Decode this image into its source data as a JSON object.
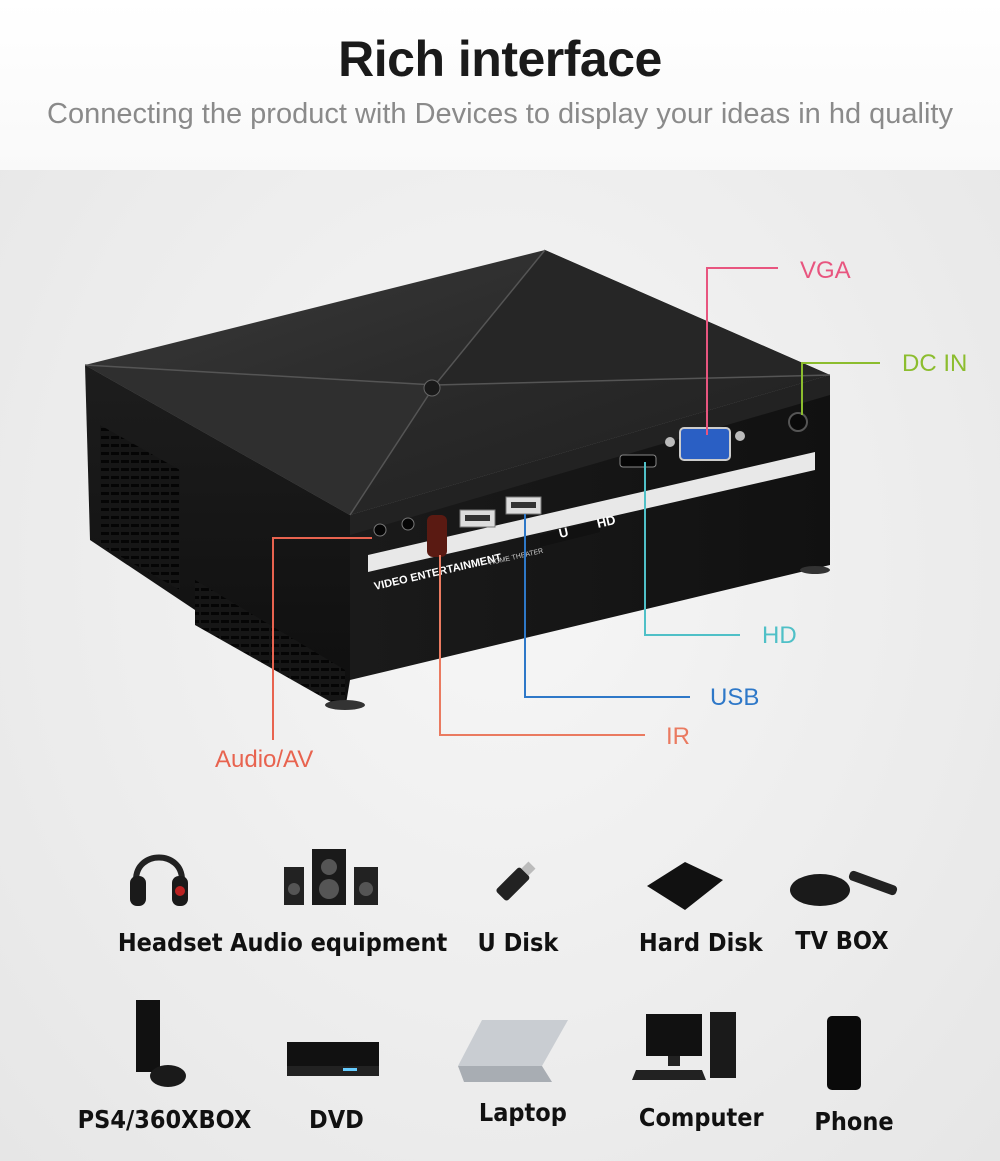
{
  "header": {
    "title": "Rich interface",
    "subtitle": "Connecting the product with Devices to display your ideas in hd quality"
  },
  "ports": [
    {
      "label": "VGA",
      "color": "#e8557f"
    },
    {
      "label": "DC IN",
      "color": "#8cbd2e"
    },
    {
      "label": "HD",
      "color": "#4fc0c7"
    },
    {
      "label": "USB",
      "color": "#2e78c8"
    },
    {
      "label": "IR",
      "color": "#ea7a60"
    },
    {
      "label": "Audio/AV",
      "color": "#e8634f"
    }
  ],
  "product_print": {
    "panel_text": "VIDEO ENTERTAINMENT",
    "panel_subtext": "HOME THEATER",
    "hd_text": "HD",
    "u_text": "U"
  },
  "devices": [
    {
      "label": "Headset",
      "icon": "headset-icon"
    },
    {
      "label": "Audio equipment",
      "icon": "speaker-system-icon"
    },
    {
      "label": "U Disk",
      "icon": "usb-drive-icon"
    },
    {
      "label": "Hard Disk",
      "icon": "hard-disk-icon"
    },
    {
      "label": "TV BOX",
      "icon": "tv-box-icon"
    },
    {
      "label": "PS4/360XBOX",
      "icon": "game-console-icon"
    },
    {
      "label": "DVD",
      "icon": "dvd-player-icon"
    },
    {
      "label": "Laptop",
      "icon": "laptop-icon"
    },
    {
      "label": "Computer",
      "icon": "desktop-computer-icon"
    },
    {
      "label": "Phone",
      "icon": "phone-icon"
    }
  ]
}
